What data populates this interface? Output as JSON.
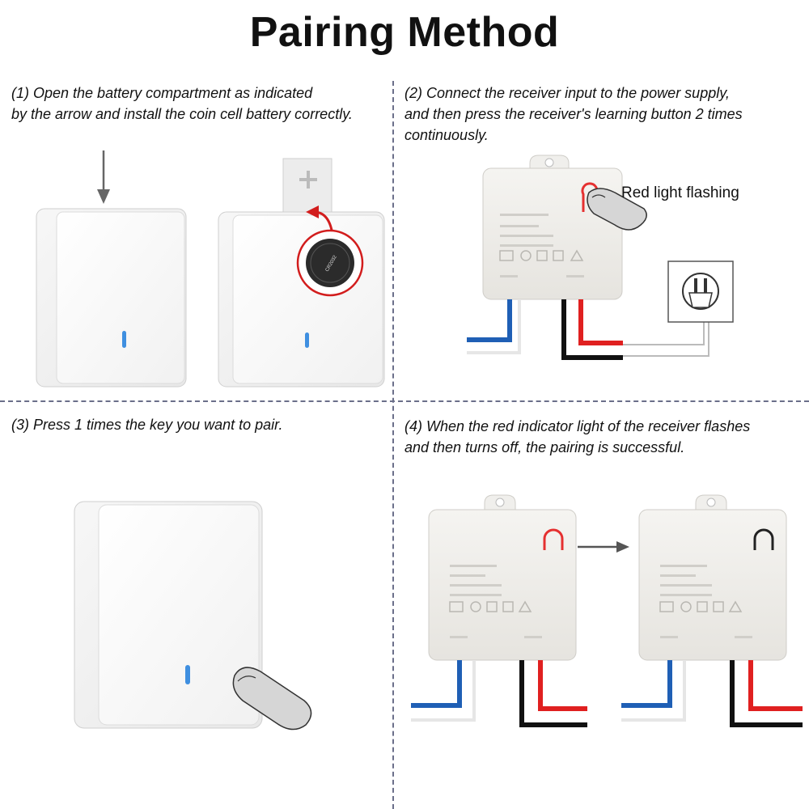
{
  "title": "Pairing Method",
  "steps": [
    {
      "lines": [
        "(1) Open the battery compartment as indicated",
        "by the arrow and install the coin cell battery correctly."
      ]
    },
    {
      "lines": [
        "(2) Connect the receiver input to the power supply,",
        "and then press the receiver's learning button 2 times",
        "continuously."
      ]
    },
    {
      "lines": [
        "(3) Press 1 times the key you want to pair."
      ]
    },
    {
      "lines": [
        "(4) When the red indicator light of the receiver flashes",
        "and then turns off, the pairing is successful."
      ]
    }
  ],
  "callout": "Red light flashing",
  "colors": {
    "led_blue": "#3f8fe0",
    "wire_blue": "#1f5fb5",
    "wire_red": "#e02020",
    "wire_black": "#111111",
    "indicator_red": "#e53030",
    "indicator_black": "#222222"
  },
  "icons": [
    "down-arrow-icon",
    "curved-arrow-icon",
    "coin-battery-icon",
    "finger-icon",
    "power-socket-icon",
    "right-arrow-icon",
    "indicator-loop-icon"
  ]
}
